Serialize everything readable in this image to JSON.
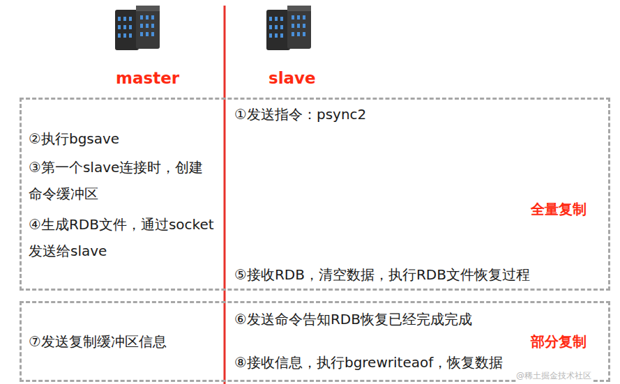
{
  "diagram": {
    "nodes": [
      {
        "text": [
          "①发送指令：psync2",
          "②执行bgsave",
          "③第一个slave连接时，创建命令缓冲区",
          "④生成RDB文件，通过socket发送给slave",
          "全量复制",
          "⑤接收RDB，清空数据，执行RDB文件恢复过程"
        ]
      },
      {
        "text": [
          "⑥发送命令告知RDB恢复已经完成完成",
          "⑦发送复制缓冲区信息",
          "部分复制",
          "⑧接收信息，执行bgrewriteaof，恢复数据"
        ]
      }
    ],
    "labels": [
      "master",
      "slave",
      "@稀土掘金技术社区"
    ]
  }
}
